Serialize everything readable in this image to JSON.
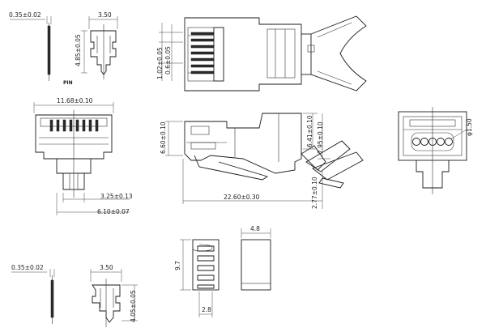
{
  "dimensions": {
    "pin_thickness_top": "0.35±0.02",
    "pin_width_top": "3.50",
    "pin_height_top": "4.85±0.05",
    "pin_caption": "PIN",
    "plug_width_front": "11.68±0.10",
    "pin_pitch_span": "3.25±0.13",
    "front_total_width": "6.10±0.07",
    "top_view_offset_a": "1.02±0.05",
    "top_view_offset_b": "0.6±0.05",
    "side_height_left": "6.60±0.10",
    "side_height_inner": "6.41±0.10",
    "side_height_outer": "7.95±0.10",
    "side_drop": "2.77±0.10",
    "side_length": "22.60±0.30",
    "rear_hole_diameter": "φ1.50",
    "pin_thickness_bottom": "0.35±0.02",
    "pin_width_bottom": "3.50",
    "pin_height_bottom": "4.05±0.05",
    "loadbar_height": "9.7",
    "loadbar_pitch": "2.8",
    "block_width": "4.8"
  }
}
